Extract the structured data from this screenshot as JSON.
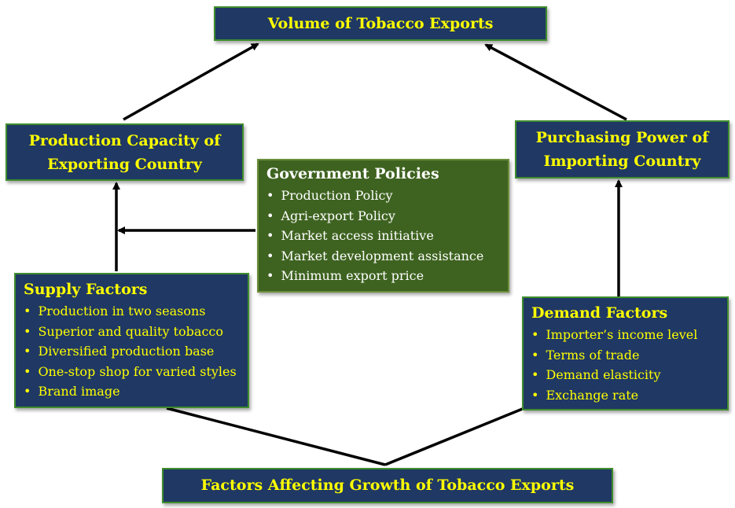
{
  "volume": {
    "title": "Volume of Tobacco Exports"
  },
  "production": {
    "title_line1": "Production Capacity of",
    "title_line2": "Exporting Country"
  },
  "purchasing": {
    "title_line1": "Purchasing Power of",
    "title_line2": "Importing Country"
  },
  "government": {
    "title": "Government Policies",
    "items": [
      "Production Policy",
      "Agri-export Policy",
      "Market access initiative",
      "Market development assistance",
      "Minimum export price"
    ]
  },
  "supply": {
    "title": "Supply Factors",
    "items": [
      "Production in two seasons",
      "Superior and quality tobacco",
      "Diversified production base",
      "One-stop shop for varied styles",
      "Brand image"
    ]
  },
  "demand": {
    "title": "Demand Factors",
    "items": [
      "Importer’s income level",
      "Terms of trade",
      "Demand elasticity",
      "Exchange rate"
    ]
  },
  "factors": {
    "title": "Factors Affecting Growth of Tobacco Exports"
  },
  "colors": {
    "box_fill": "#1f3864",
    "box_border": "#3f8d2d",
    "policy_fill": "#3e6320",
    "text_yellow": "#ffff00"
  }
}
